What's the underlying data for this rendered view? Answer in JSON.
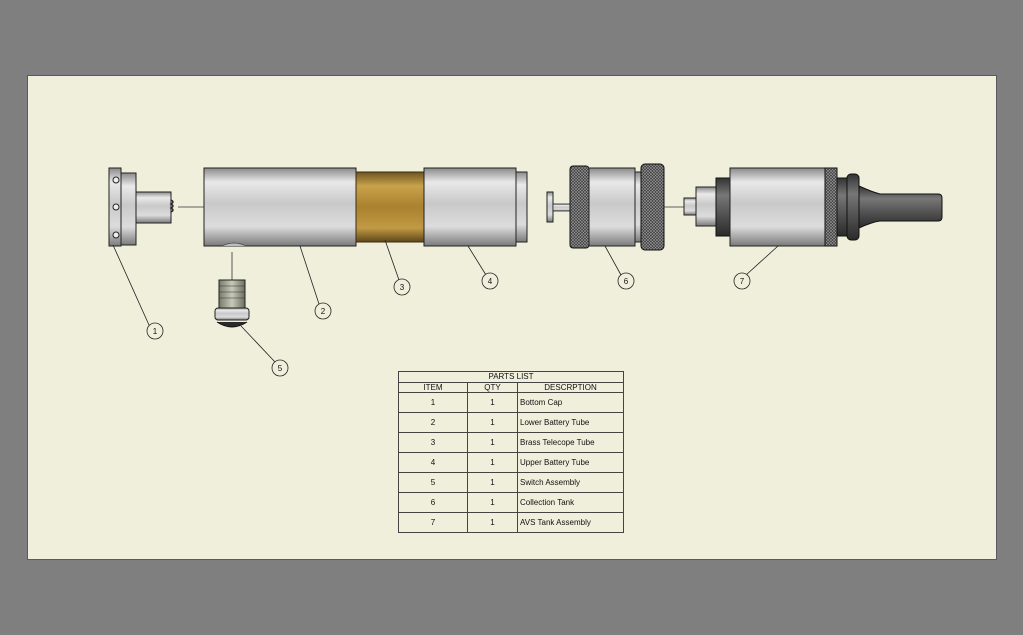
{
  "balloons": [
    "1",
    "2",
    "3",
    "4",
    "5",
    "6",
    "7"
  ],
  "parts_list": {
    "title": "PARTS LIST",
    "columns": [
      "ITEM",
      "QTY",
      "DESCRPTION"
    ],
    "rows": [
      {
        "item": "1",
        "qty": "1",
        "description": "Bottom Cap"
      },
      {
        "item": "2",
        "qty": "1",
        "description": "Lower Battery Tube"
      },
      {
        "item": "3",
        "qty": "1",
        "description": "Brass Telecope Tube"
      },
      {
        "item": "4",
        "qty": "1",
        "description": "Upper Battery Tube"
      },
      {
        "item": "5",
        "qty": "1",
        "description": "Switch Assembly"
      },
      {
        "item": "6",
        "qty": "1",
        "description": "Collection Tank"
      },
      {
        "item": "7",
        "qty": "1",
        "description": "AVS Tank Assembly"
      }
    ]
  },
  "colors": {
    "background": "#7f7f7f",
    "sheet": "#efefdc",
    "steel": "#c8c8c8",
    "brass": "#b8903a",
    "knurl": "#4a4a4a"
  }
}
